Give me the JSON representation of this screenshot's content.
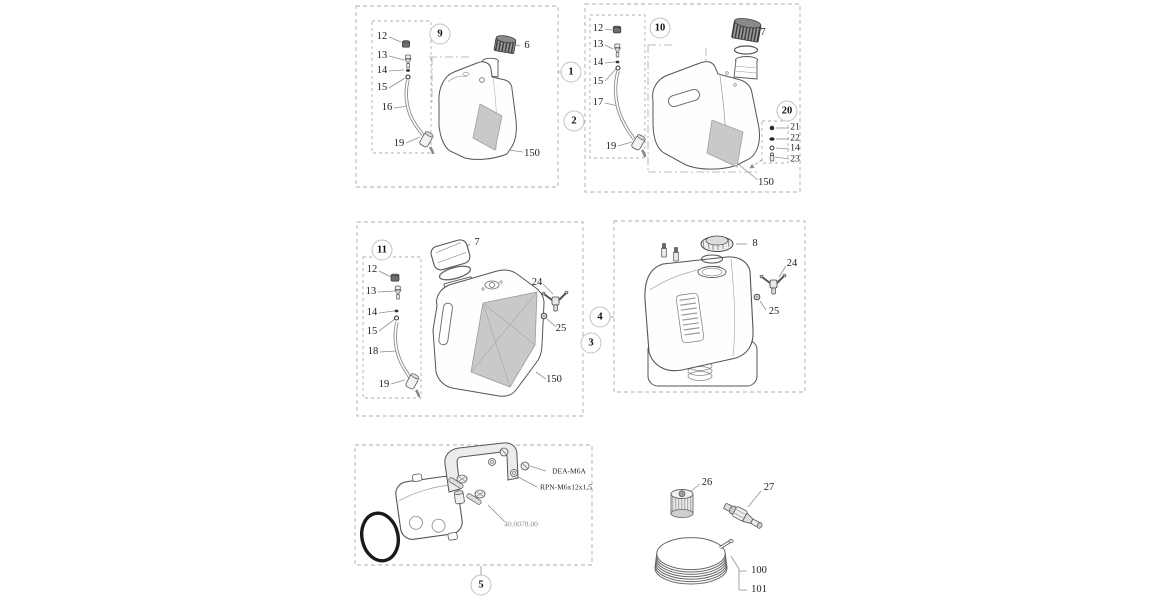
{
  "colors": {
    "line": "#4d4d4d",
    "dashed_frame": "#adadad",
    "panel_fill": "#c9c9c9",
    "muted_label": "#8d8d8d"
  },
  "callouts": {
    "v1": "1",
    "v2": "2",
    "v3": "3",
    "v4": "4",
    "v5": "5",
    "v9": "9",
    "v10": "10",
    "v11": "11",
    "v20": "20"
  },
  "panel9": {
    "items": {
      "12": "12",
      "13": "13",
      "14": "14",
      "15": "15",
      "16": "16",
      "19": "19"
    },
    "cap": "6",
    "tank": "150"
  },
  "panel10": {
    "items": {
      "12": "12",
      "13": "13",
      "14": "14",
      "15": "15",
      "17": "17",
      "19": "19"
    },
    "cap": "7",
    "tank": "150",
    "group20": {
      "21": "21",
      "22": "22",
      "14": "14",
      "23": "23"
    }
  },
  "panel11": {
    "items": {
      "12": "12",
      "13": "13",
      "14": "14",
      "15": "15",
      "18": "18",
      "19": "19"
    },
    "cap": "7",
    "tank": "150",
    "tap": "24",
    "washer": "25"
  },
  "panel34": {
    "cap": "8",
    "tap": "24",
    "washer": "25"
  },
  "panel5": {
    "nut_code": "DEA-M6A",
    "screw_code": "RPN-M6x12x1,5",
    "part_code": "40.0078.00"
  },
  "loose": {
    "filter": "26",
    "fitting": "27",
    "hose_a": "100",
    "hose_b": "101"
  }
}
